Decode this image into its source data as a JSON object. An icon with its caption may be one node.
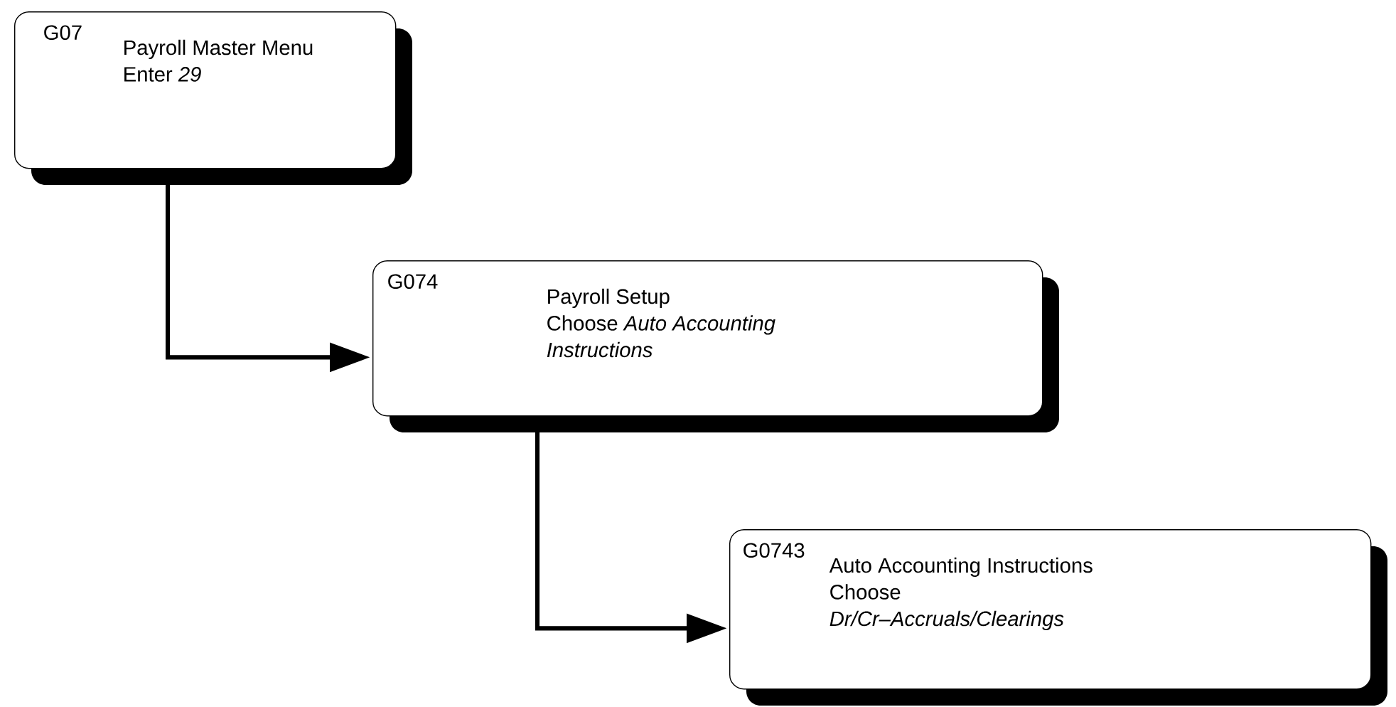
{
  "diagram": {
    "nodes": [
      {
        "text": [
          "G07",
          "Payroll Master Menu",
          "Enter *29*"
        ]
      },
      {
        "text": [
          "G074",
          "Payroll Setup",
          "Choose *Auto Accounting Instructions*"
        ]
      },
      {
        "text": [
          "G0743",
          "Auto Accounting Instructions",
          "Choose *Dr/Cr–Accruals/Clearings*"
        ]
      }
    ],
    "edges": [
      {
        "from": 0,
        "to": 1,
        "arrow": "to"
      },
      {
        "from": 1,
        "to": 2,
        "arrow": "to"
      }
    ]
  }
}
